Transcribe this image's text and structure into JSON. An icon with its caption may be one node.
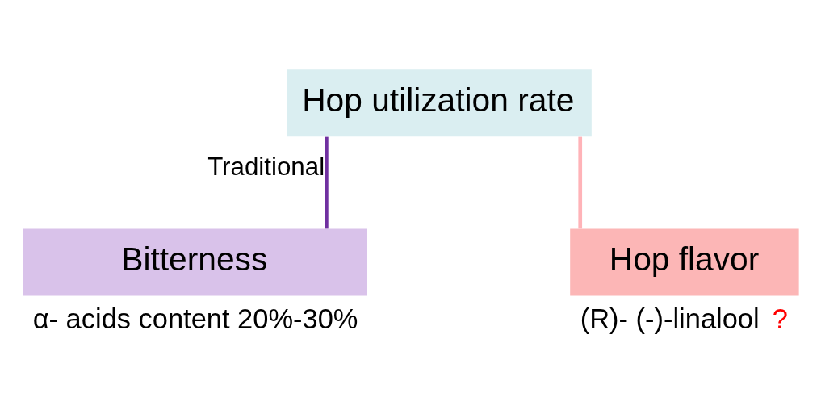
{
  "diagram": {
    "nodes": [
      {
        "text": [
          "Hop utilization rate"
        ]
      },
      {
        "text": [
          "Bitterness"
        ],
        "beside": [
          "α- acids content 20%-30%"
        ]
      },
      {
        "text": [
          "Hop flavor"
        ],
        "beside": [
          "(R)- (-)-linalool",
          "?"
        ]
      }
    ],
    "edges": [
      {
        "from": 0,
        "to": 1,
        "arrow": "none",
        "label": "Traditional",
        "color": "#7030a0"
      },
      {
        "from": 0,
        "to": 2,
        "arrow": "none",
        "color": "#ffb3b8"
      }
    ]
  }
}
